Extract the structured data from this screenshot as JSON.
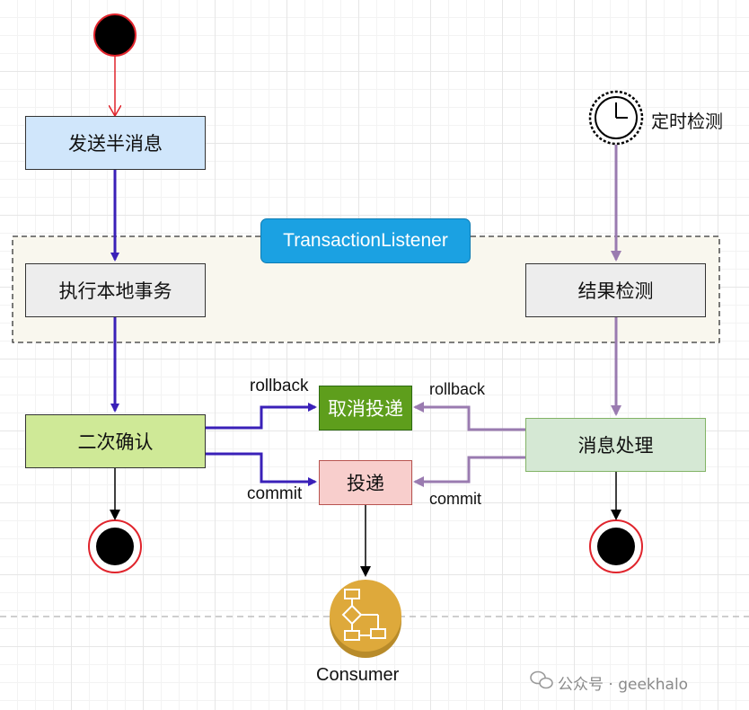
{
  "nodes": {
    "send_half": "发送半消息",
    "execute_local": "执行本地事务",
    "result_check": "结果检测",
    "second_confirm": "二次确认",
    "cancel_delivery": "取消投递",
    "delivery": "投递",
    "message_handle": "消息处理",
    "timer_check": "定时检测",
    "listener": "TransactionListener",
    "consumer": "Consumer"
  },
  "edge_labels": {
    "rollback_left": "rollback",
    "commit_left": "commit",
    "rollback_right": "rollback",
    "commit_right": "commit"
  },
  "watermark": "公众号 · geekhalo",
  "colors": {
    "blue_arrow": "#3a20b8",
    "purple_arrow": "#9a7bb0",
    "start_red": "#e0242c",
    "box_blue": "#d0e6fb",
    "box_gray": "#ededed",
    "box_lime": "#cfe997",
    "box_green": "#5e9e1c",
    "box_pink": "#f8cecc",
    "box_sage": "#d5e8d4",
    "listener_blue": "#1ba1e2",
    "consumer_gold": "#dea93b"
  }
}
